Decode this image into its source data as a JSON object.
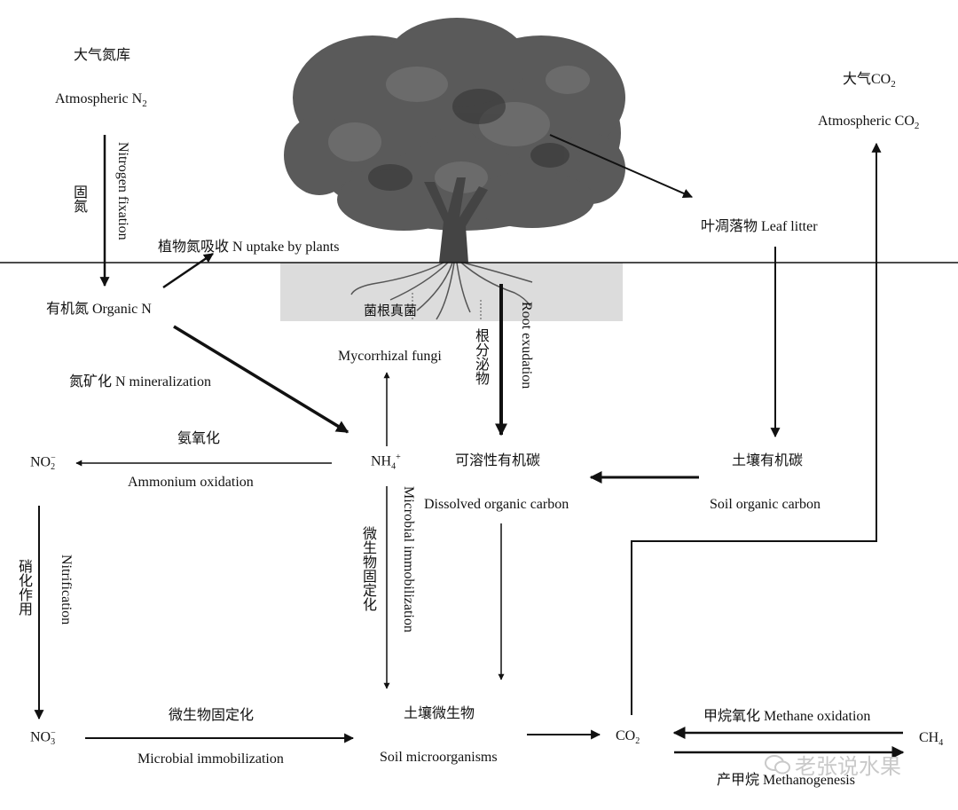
{
  "labels": {
    "atmos_n2_cn": "大气氮库",
    "atmos_n2_en": "Atmospheric N",
    "atmos_n2_sub": "2",
    "atmos_co2_cn": "大气CO",
    "atmos_co2_cn_sub": "2",
    "atmos_co2_en": "Atmospheric CO",
    "atmos_co2_en_sub": "2",
    "n_fixation_cn": "固氮",
    "n_fixation_en": "Nitrogen fixation",
    "n_uptake": "植物氮吸收 N uptake by plants",
    "organic_n": "有机氮 Organic N",
    "leaf_litter": "叶凋落物 Leaf litter",
    "mycorrhiza_cn": "菌根真菌",
    "mycorrhiza_en": "Mycorrhizal fungi",
    "root_exudation_cn": "根分泌物",
    "root_exudation_en": "Root exudation",
    "n_mineralization": "氮矿化 N mineralization",
    "ammonium_oxidation_cn": "氨氧化",
    "ammonium_oxidation_en": "Ammonium oxidation",
    "no2": "NO",
    "no2_sub": "2",
    "no2_sup": "−",
    "nh4": "NH",
    "nh4_sub": "4",
    "nh4_sup": "+",
    "doc_cn": "可溶性有机碳",
    "doc_en": "Dissolved organic carbon",
    "soc_cn": "土壤有机碳",
    "soc_en": "Soil organic carbon",
    "nitrification_cn": "硝化作用",
    "nitrification_en": "Nitrification",
    "microbial_imm_v_cn": "微生物固定化",
    "microbial_imm_v_en": "Microbial immobilization",
    "no3": "NO",
    "no3_sub": "3",
    "no3_sup": "−",
    "microbial_imm_h_cn": "微生物固定化",
    "microbial_imm_h_en": "Microbial immobilization",
    "soil_microbes_cn": "土壤微生物",
    "soil_microbes_en": "Soil microorganisms",
    "co2": "CO",
    "co2_sub": "2",
    "methane_oxidation": "甲烷氧化 Methane oxidation",
    "ch4": "CH",
    "ch4_sub": "4",
    "methanogenesis": "产甲烷 Methanogenesis"
  },
  "watermark": "老张说水果",
  "colors": {
    "ink": "#111111",
    "tree_foliage": "#5a5a5a",
    "root_zone": "#dcdcdc",
    "watermark": "#c9c9c9"
  }
}
